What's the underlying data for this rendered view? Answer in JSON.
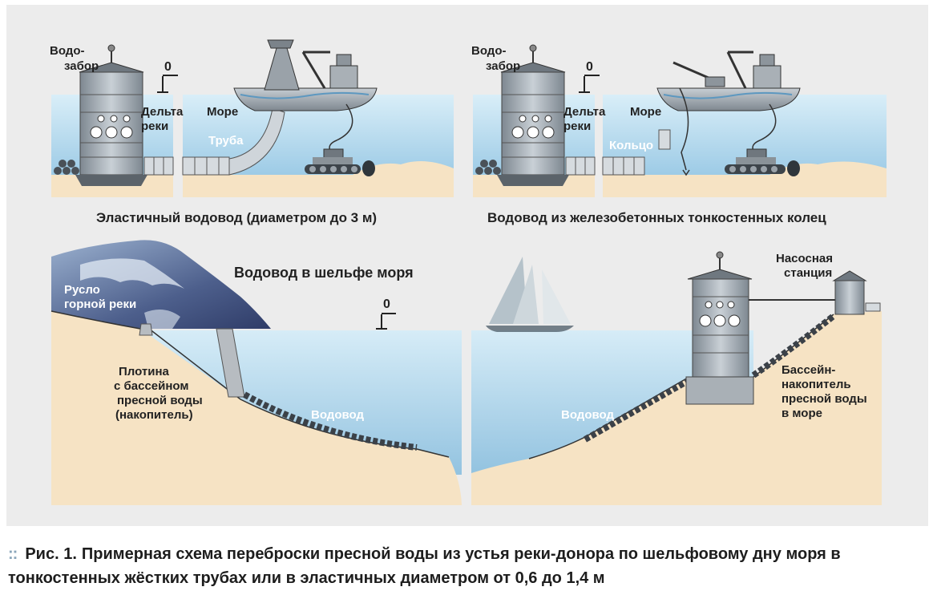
{
  "labels": {
    "vodozabor": [
      "Водо-",
      "забор"
    ],
    "zero": "0",
    "delta": [
      "Дельта",
      "реки"
    ],
    "more": "Море",
    "truba": "Труба",
    "koltso": "Кольцо",
    "title_left": "Эластичный водовод (диаметром до 3 м)",
    "title_right": "Водовод из железобетонных тонкостенных колец",
    "shelf_title": "Водовод в шельфе моря",
    "ruslo": [
      "Русло",
      "горной реки"
    ],
    "plotina": [
      "Плотина",
      "с бассейном",
      "пресной воды",
      "(накопитель)"
    ],
    "vodovod": "Водовод",
    "nasosnaya": [
      "Насосная",
      "станция"
    ],
    "bassein": [
      "Бассейн-",
      "накопитель",
      "пресной воды",
      "в море"
    ]
  },
  "caption": {
    "marker": "::",
    "lead": "Рис. 1.",
    "text": "Примерная схема переброски пресной воды из устья реки-донора по шельфовому дну моря в тонкостенных жёстких трубах или в эластичных диаметром от 0,6 до 1,4 м"
  },
  "colors": {
    "water": "#b7dbef",
    "sand": "#f6e3c4",
    "steel": "#9fa7ae",
    "dark": "#3b4148",
    "mountain": "#5c6f9a"
  }
}
